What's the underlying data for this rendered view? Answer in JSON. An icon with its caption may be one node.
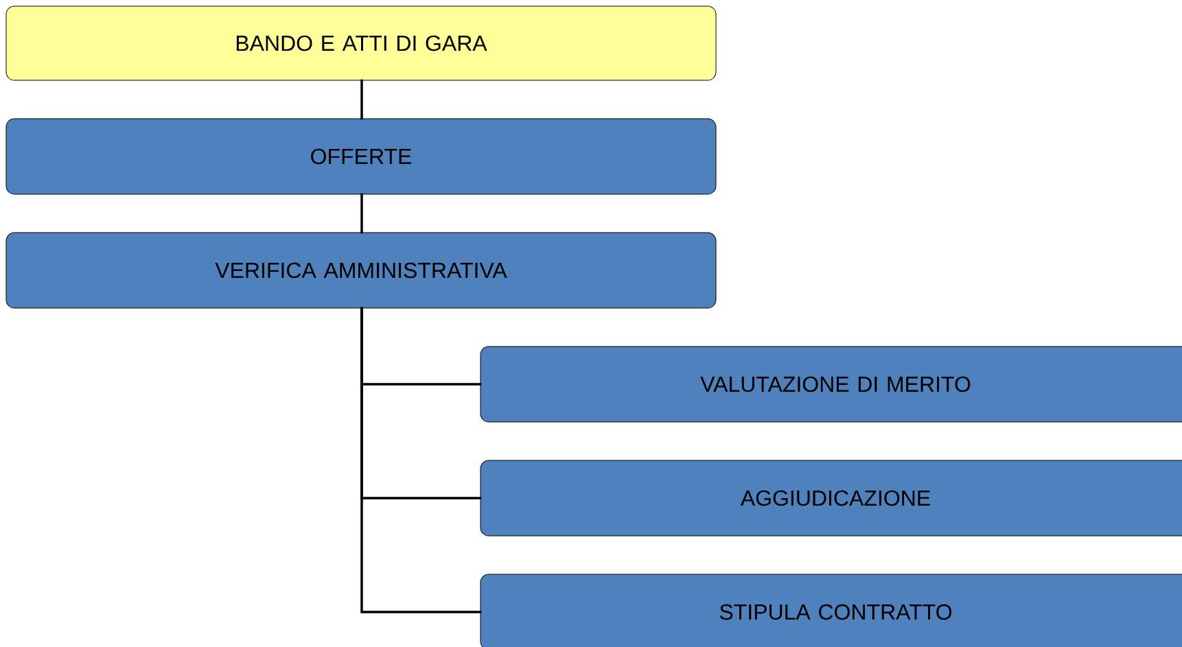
{
  "diagram": {
    "nodes": [
      {
        "text": [
          "BANDO E ATTI DI GARA"
        ]
      },
      {
        "text": [
          "OFFERTE"
        ]
      },
      {
        "text": [
          "VERIFICA AMMINISTRATIVA"
        ]
      },
      {
        "text": [
          "VALUTAZIONE DI MERITO"
        ]
      },
      {
        "text": [
          "AGGIUDICAZIONE"
        ]
      },
      {
        "text": [
          "STIPULA CONTRATTO"
        ]
      }
    ],
    "edges": [
      {
        "from": 0,
        "to": 1,
        "arrow": "none"
      },
      {
        "from": 1,
        "to": 2,
        "arrow": "none"
      },
      {
        "from": 2,
        "to": 3,
        "arrow": "none"
      },
      {
        "from": 2,
        "to": 4,
        "arrow": "none"
      },
      {
        "from": 2,
        "to": 5,
        "arrow": "none"
      }
    ]
  }
}
